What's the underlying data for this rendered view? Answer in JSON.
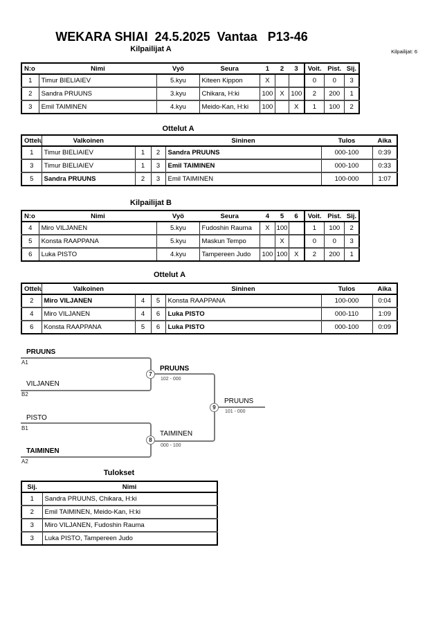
{
  "page": {
    "title": "WEKARA SHIAI  24.5.2025  Vantaa   P13-46",
    "competitors_label": "Kilpailijat: 6"
  },
  "pool_a": {
    "title": "Kilpailijat A",
    "headers": [
      "N:o",
      "Nimi",
      "Vyö",
      "Seura",
      "1",
      "2",
      "3",
      "Voit.",
      "Pist.",
      "Sij."
    ],
    "rows": [
      [
        "1",
        "Timur BIELIAIEV",
        "5.kyu",
        "Kiteen Kippon",
        "X",
        "",
        "",
        "0",
        "0",
        "3"
      ],
      [
        "2",
        "Sandra PRUUNS",
        "3.kyu",
        "Chikara, H:ki",
        "100",
        "X",
        "100",
        "2",
        "200",
        "1"
      ],
      [
        "3",
        "Emil TAIMINEN",
        "4.kyu",
        "Meido-Kan, H:ki",
        "100",
        "",
        "X",
        "1",
        "100",
        "2"
      ]
    ]
  },
  "matches_a": {
    "title": "Ottelut A",
    "headers": [
      "Ottelu",
      "Valkoinen",
      "",
      "",
      "Sininen",
      "Tulos",
      "Aika"
    ],
    "rows": [
      [
        "1",
        "Timur BIELIAIEV",
        "1",
        "2",
        "Sandra PRUUNS",
        "000-100",
        "0:39"
      ],
      [
        "3",
        "Timur BIELIAIEV",
        "1",
        "3",
        "Emil TAIMINEN",
        "000-100",
        "0:33"
      ],
      [
        "5",
        "Sandra PRUUNS",
        "2",
        "3",
        "Emil TAIMINEN",
        "100-000",
        "1:07"
      ]
    ],
    "winners": [
      "blue",
      "blue",
      "white"
    ]
  },
  "pool_b": {
    "title": "Kilpailijat B",
    "headers": [
      "N:o",
      "Nimi",
      "Vyö",
      "Seura",
      "4",
      "5",
      "6",
      "Voit.",
      "Pist.",
      "Sij."
    ],
    "rows": [
      [
        "4",
        "Miro VILJANEN",
        "5.kyu",
        "Fudoshin Rauma",
        "X",
        "100",
        "",
        "1",
        "100",
        "2"
      ],
      [
        "5",
        "Konsta RAAPPANA",
        "5.kyu",
        "Maskun Tempo",
        "",
        "X",
        "",
        "0",
        "0",
        "3"
      ],
      [
        "6",
        "Luka PISTO",
        "4.kyu",
        "Tampereen Judo",
        "100",
        "100",
        "X",
        "2",
        "200",
        "1"
      ]
    ]
  },
  "matches_b": {
    "title": "Ottelut A",
    "headers": [
      "Ottelu",
      "Valkoinen",
      "",
      "",
      "Sininen",
      "Tulos",
      "Aika"
    ],
    "rows": [
      [
        "2",
        "Miro VILJANEN",
        "4",
        "5",
        "Konsta RAAPPANA",
        "100-000",
        "0:04"
      ],
      [
        "4",
        "Miro VILJANEN",
        "4",
        "6",
        "Luka PISTO",
        "000-110",
        "1:09"
      ],
      [
        "6",
        "Konsta RAAPPANA",
        "5",
        "6",
        "Luka PISTO",
        "000-100",
        "0:09"
      ]
    ],
    "winners": [
      "white",
      "blue",
      "blue"
    ]
  },
  "bracket": {
    "slots": [
      {
        "name": "PRUUNS",
        "seed": "A1"
      },
      {
        "name": "VILJANEN",
        "seed": "B2"
      },
      {
        "name": "PISTO",
        "seed": "B1"
      },
      {
        "name": "TAIMINEN",
        "seed": "A2"
      }
    ],
    "matches": [
      {
        "number": "7",
        "winner": "PRUUNS",
        "score": "102 - 000"
      },
      {
        "number": "8",
        "winner": "TAIMINEN",
        "score": "000 - 100"
      },
      {
        "number": "9",
        "winner": "PRUUNS",
        "score": "101 - 000"
      }
    ],
    "line_color": "#7b7b7b"
  },
  "results": {
    "title": "Tulokset",
    "headers": [
      "Sij.",
      "Nimi"
    ],
    "rows": [
      [
        "1",
        "Sandra PRUUNS, Chikara, H:ki"
      ],
      [
        "2",
        "Emil TAIMINEN, Meido-Kan, H:ki"
      ],
      [
        "3",
        "Miro VILJANEN, Fudoshin Rauma"
      ],
      [
        "3",
        "Luka PISTO, Tampereen Judo"
      ]
    ]
  }
}
